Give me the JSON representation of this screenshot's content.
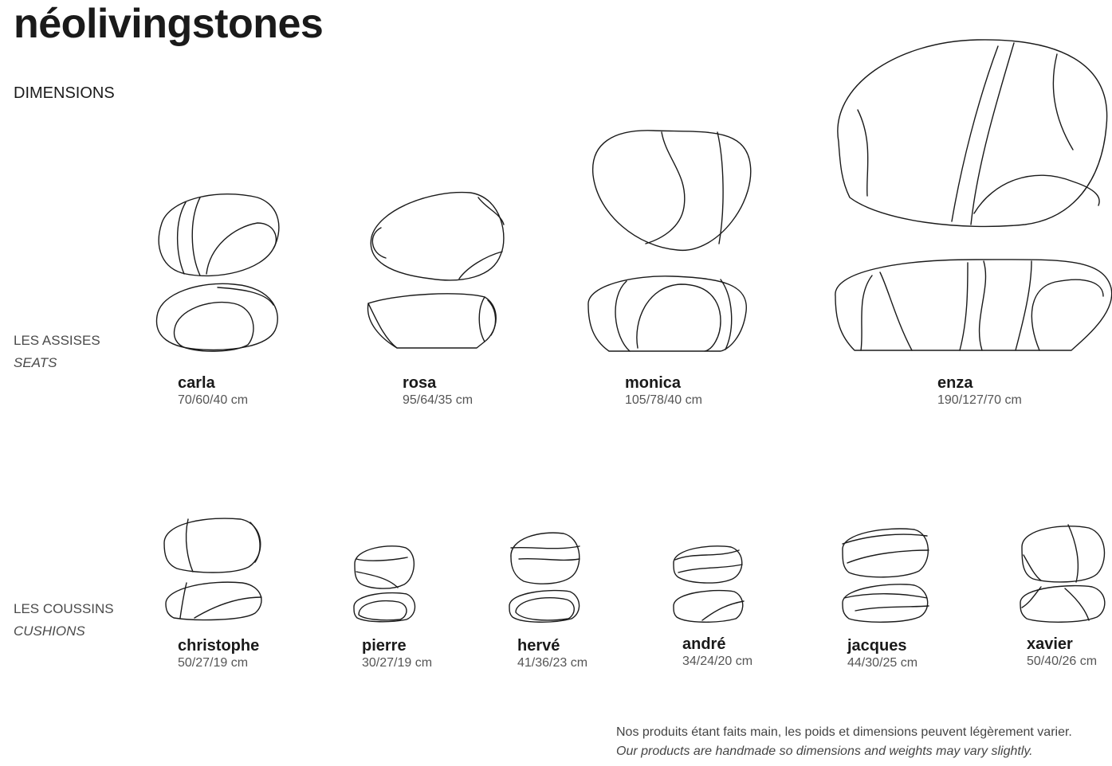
{
  "brand": "néolivingstones",
  "heading": "DIMENSIONS",
  "sections": {
    "seats": {
      "label_fr": "LES ASSISES",
      "label_en": "SEATS"
    },
    "cushions": {
      "label_fr": "LES COUSSINS",
      "label_en": "CUSHIONS"
    }
  },
  "seats": [
    {
      "name": "carla",
      "size": "70/60/40 cm"
    },
    {
      "name": "rosa",
      "size": "95/64/35 cm"
    },
    {
      "name": "monica",
      "size": "105/78/40 cm"
    },
    {
      "name": "enza",
      "size": "190/127/70 cm"
    }
  ],
  "cushions": [
    {
      "name": "christophe",
      "size": "50/27/19 cm"
    },
    {
      "name": "pierre",
      "size": "30/27/19 cm"
    },
    {
      "name": "hervé",
      "size": "41/36/23 cm"
    },
    {
      "name": "andré",
      "size": "34/24/20 cm"
    },
    {
      "name": "jacques",
      "size": "44/30/25 cm"
    },
    {
      "name": "xavier",
      "size": "50/40/26 cm"
    }
  ],
  "note": {
    "fr": "Nos produits étant faits main, les poids et dimensions peuvent légèrement varier.",
    "en": "Our products are handmade so dimensions and weights may vary slightly."
  },
  "colors": {
    "text": "#1a1a1a",
    "muted": "#555555",
    "stroke": "#1a1a1a",
    "background": "#ffffff"
  }
}
